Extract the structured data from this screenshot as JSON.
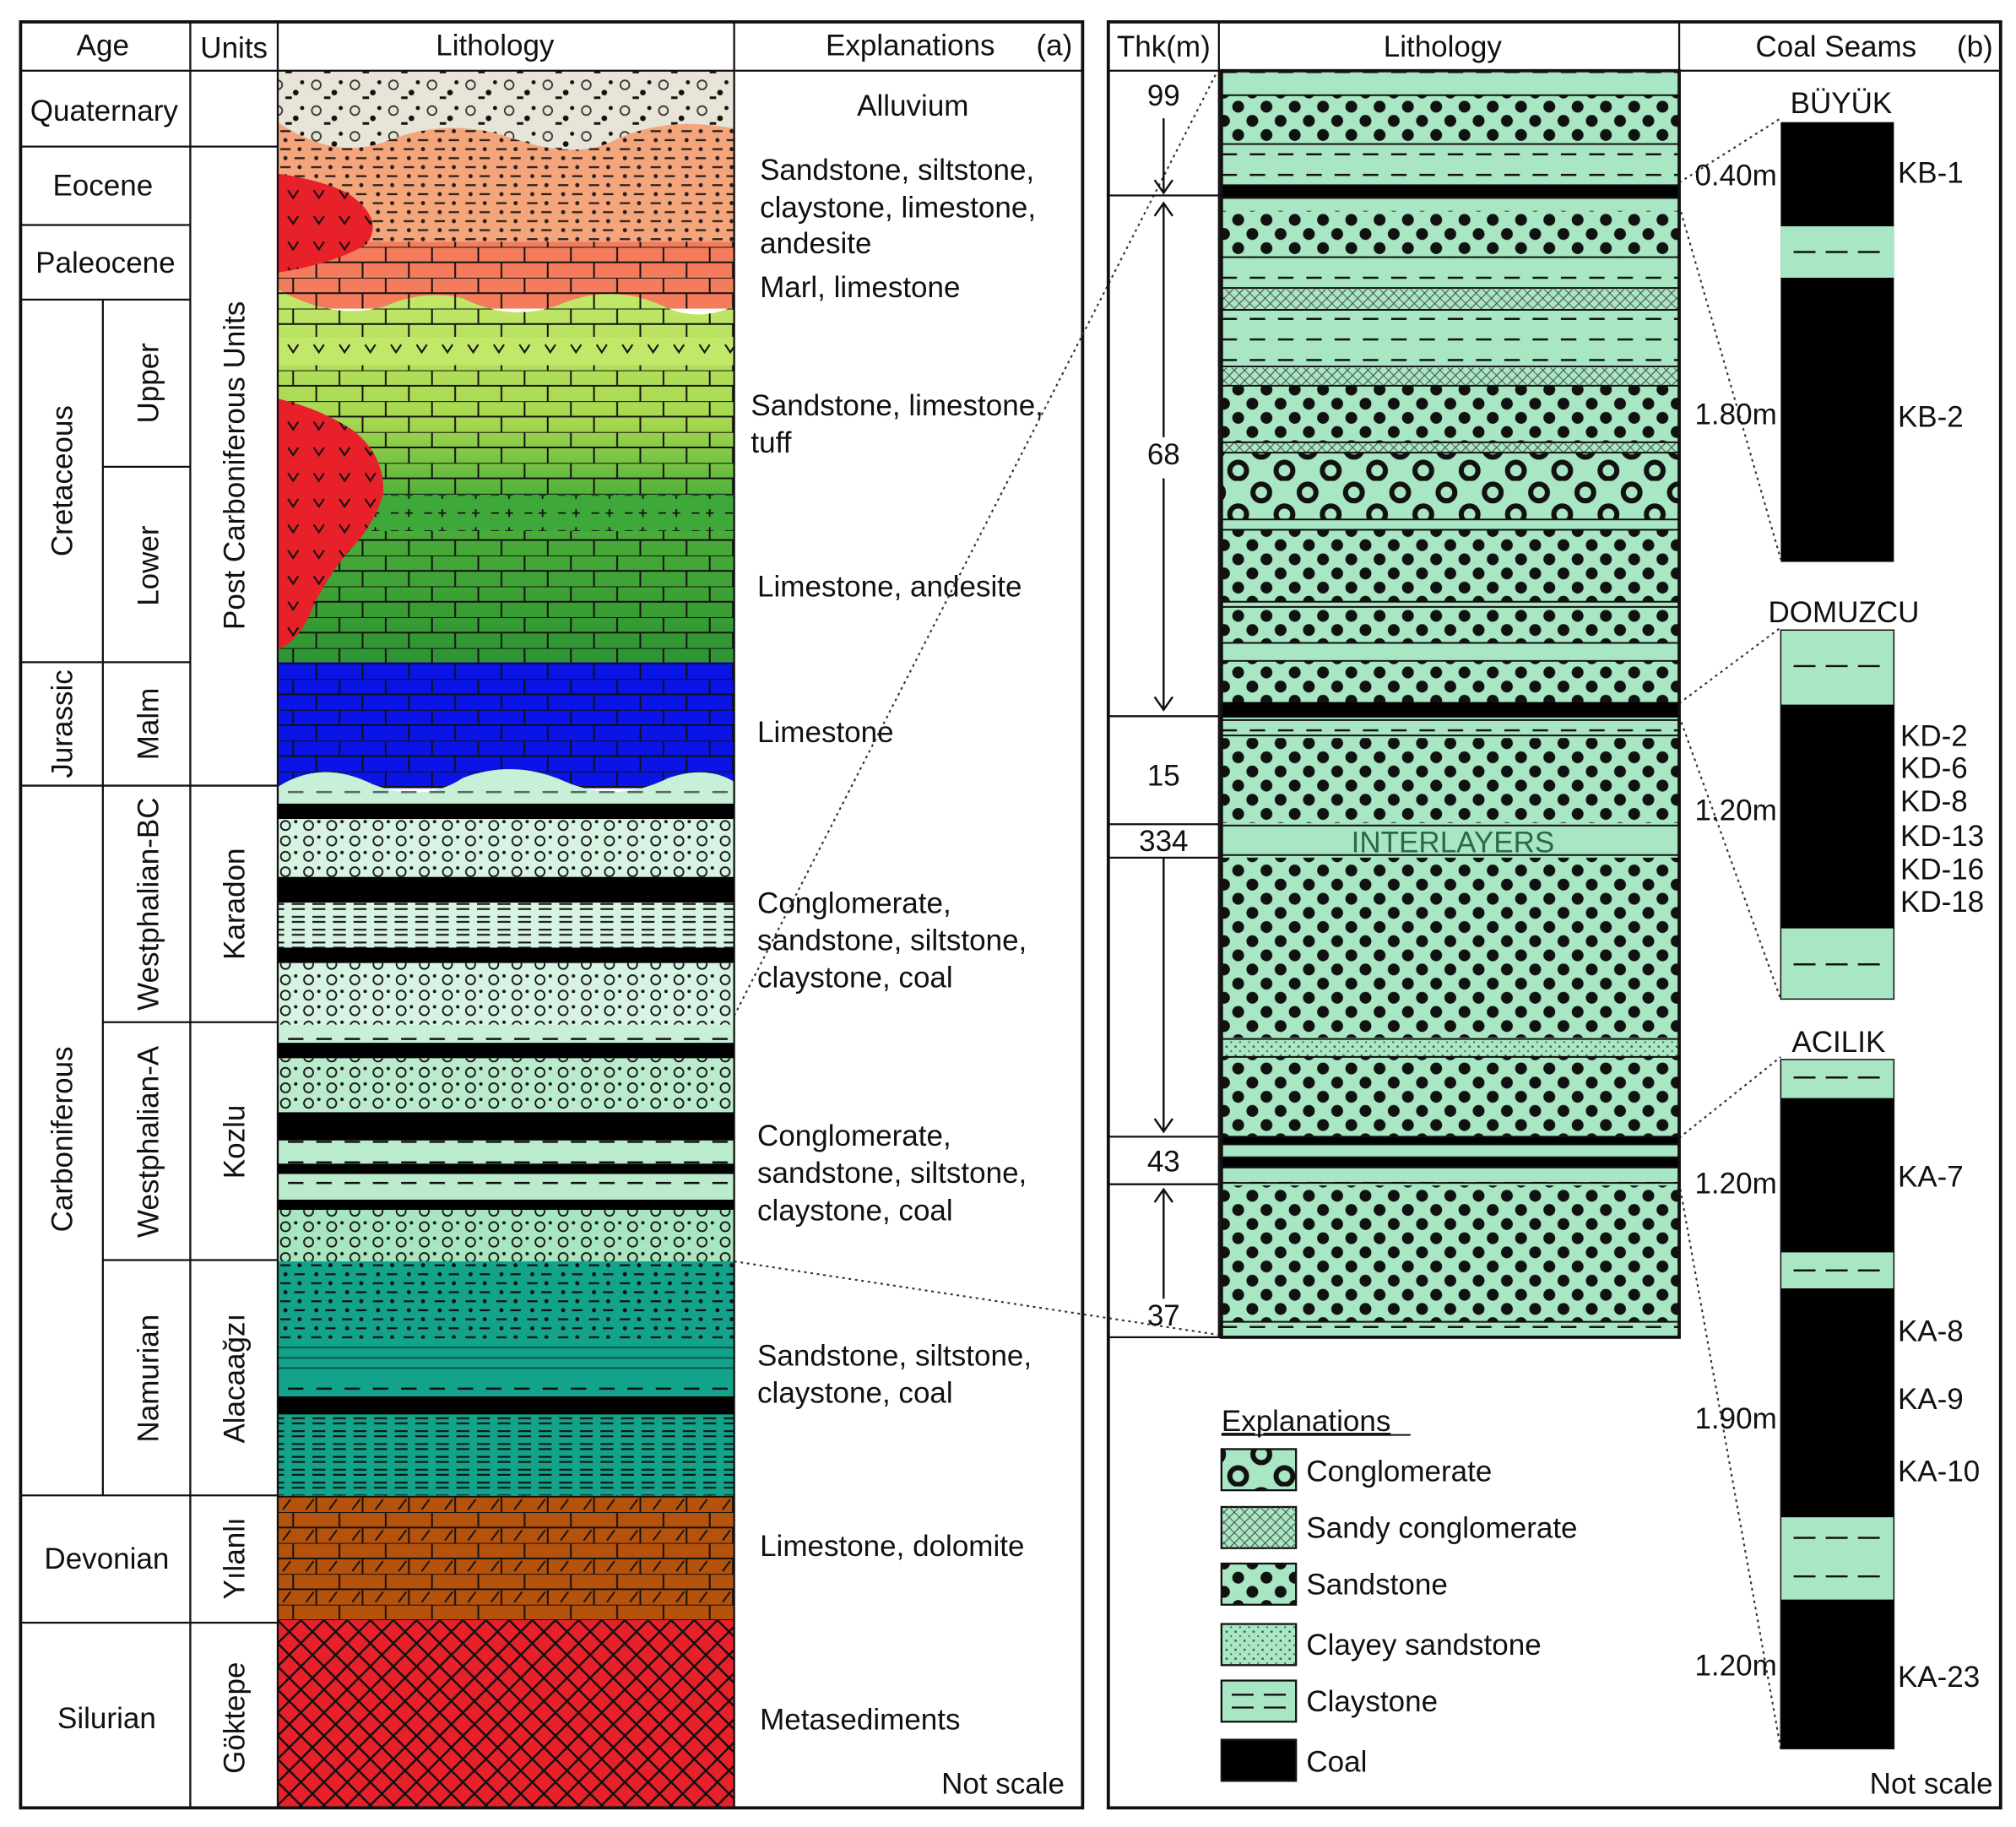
{
  "panel_a": {
    "headers": {
      "age": "Age",
      "units": "Units",
      "lithology": "Lithology",
      "explanations": "Explanations",
      "letter": "(a)"
    },
    "ages": [
      "Quaternary",
      "Eocene",
      "Paleocene",
      "Cretaceous",
      "Jurassic",
      "Carboniferous",
      "Devonian",
      "Silurian"
    ],
    "subdivisions": [
      "Upper",
      "Lower",
      "Malm",
      "Westphalian-BC",
      "Westphalian-A",
      "Namurian"
    ],
    "units": [
      "Post Carboniferous Units",
      "Karadon",
      "Kozlu",
      "Alacaağzı",
      "Yılanlı",
      "Göktepe"
    ],
    "explanations": {
      "alluvium": "Alluvium",
      "eocene": [
        "Sandstone, siltstone,",
        "claystone, limestone,",
        "andesite"
      ],
      "marl": "Marl, limestone",
      "upper_cret": [
        "Sandstone, limestone,",
        "tuff"
      ],
      "lower_cret": "Limestone, andesite",
      "malm": "Limestone",
      "karadon": [
        "Conglomerate,",
        "sandstone, siltstone,",
        "claystone, coal"
      ],
      "kozlu": [
        "Conglomerate,",
        "sandstone, siltstone,",
        "claystone, coal"
      ],
      "alacaagzi": [
        "Sandstone, siltstone,",
        "claystone, coal"
      ],
      "devonian": "Limestone, dolomite",
      "silurian": "Metasediments"
    },
    "note": "Not scale"
  },
  "panel_b": {
    "headers": {
      "thk": "Thk(m)",
      "lithology": "Lithology",
      "coal_seams": "Coal Seams",
      "letter": "(b)"
    },
    "thickness": [
      "99",
      "68",
      "15",
      "334",
      "43",
      "37"
    ],
    "interlayers": "INTERLAYERS",
    "seam_groups": [
      {
        "name": "BÜYÜK",
        "thicknesses": [
          "0.40m",
          "1.80m"
        ],
        "seams": [
          "KB-1",
          "KB-2"
        ]
      },
      {
        "name": "DOMUZCU",
        "thicknesses": [
          "1.20m"
        ],
        "seams": [
          "KD-2",
          "KD-6",
          "KD-8",
          "KD-13",
          "KD-16",
          "KD-18"
        ]
      },
      {
        "name": "ACILIK",
        "thicknesses": [
          "1.20m",
          "1.90m",
          "1.20m"
        ],
        "seams": [
          "KA-7",
          "KA-8",
          "KA-9",
          "KA-10",
          "KA-23"
        ]
      }
    ],
    "legend_title": "Explanations",
    "legend": [
      "Conglomerate",
      "Sandy conglomerate",
      "Sandstone",
      "Clayey sandstone",
      "Claystone",
      "Coal"
    ],
    "note": "Not scale"
  },
  "colors": {
    "alluvium": "#e8e4d8",
    "eocene": "#f4a57c",
    "paleocene": "#f47c5c",
    "andesite": "#e8202a",
    "upper_cret": "#b8e05a",
    "lower_cret": "#2e9a32",
    "malm": "#0a14e6",
    "carb_light": "#c8efd8",
    "alacaagzi": "#13a38a",
    "devonian": "#b5520c",
    "silurian": "#e8202a",
    "panel_b_fill": "#a8e6c4",
    "coal": "#000000"
  }
}
